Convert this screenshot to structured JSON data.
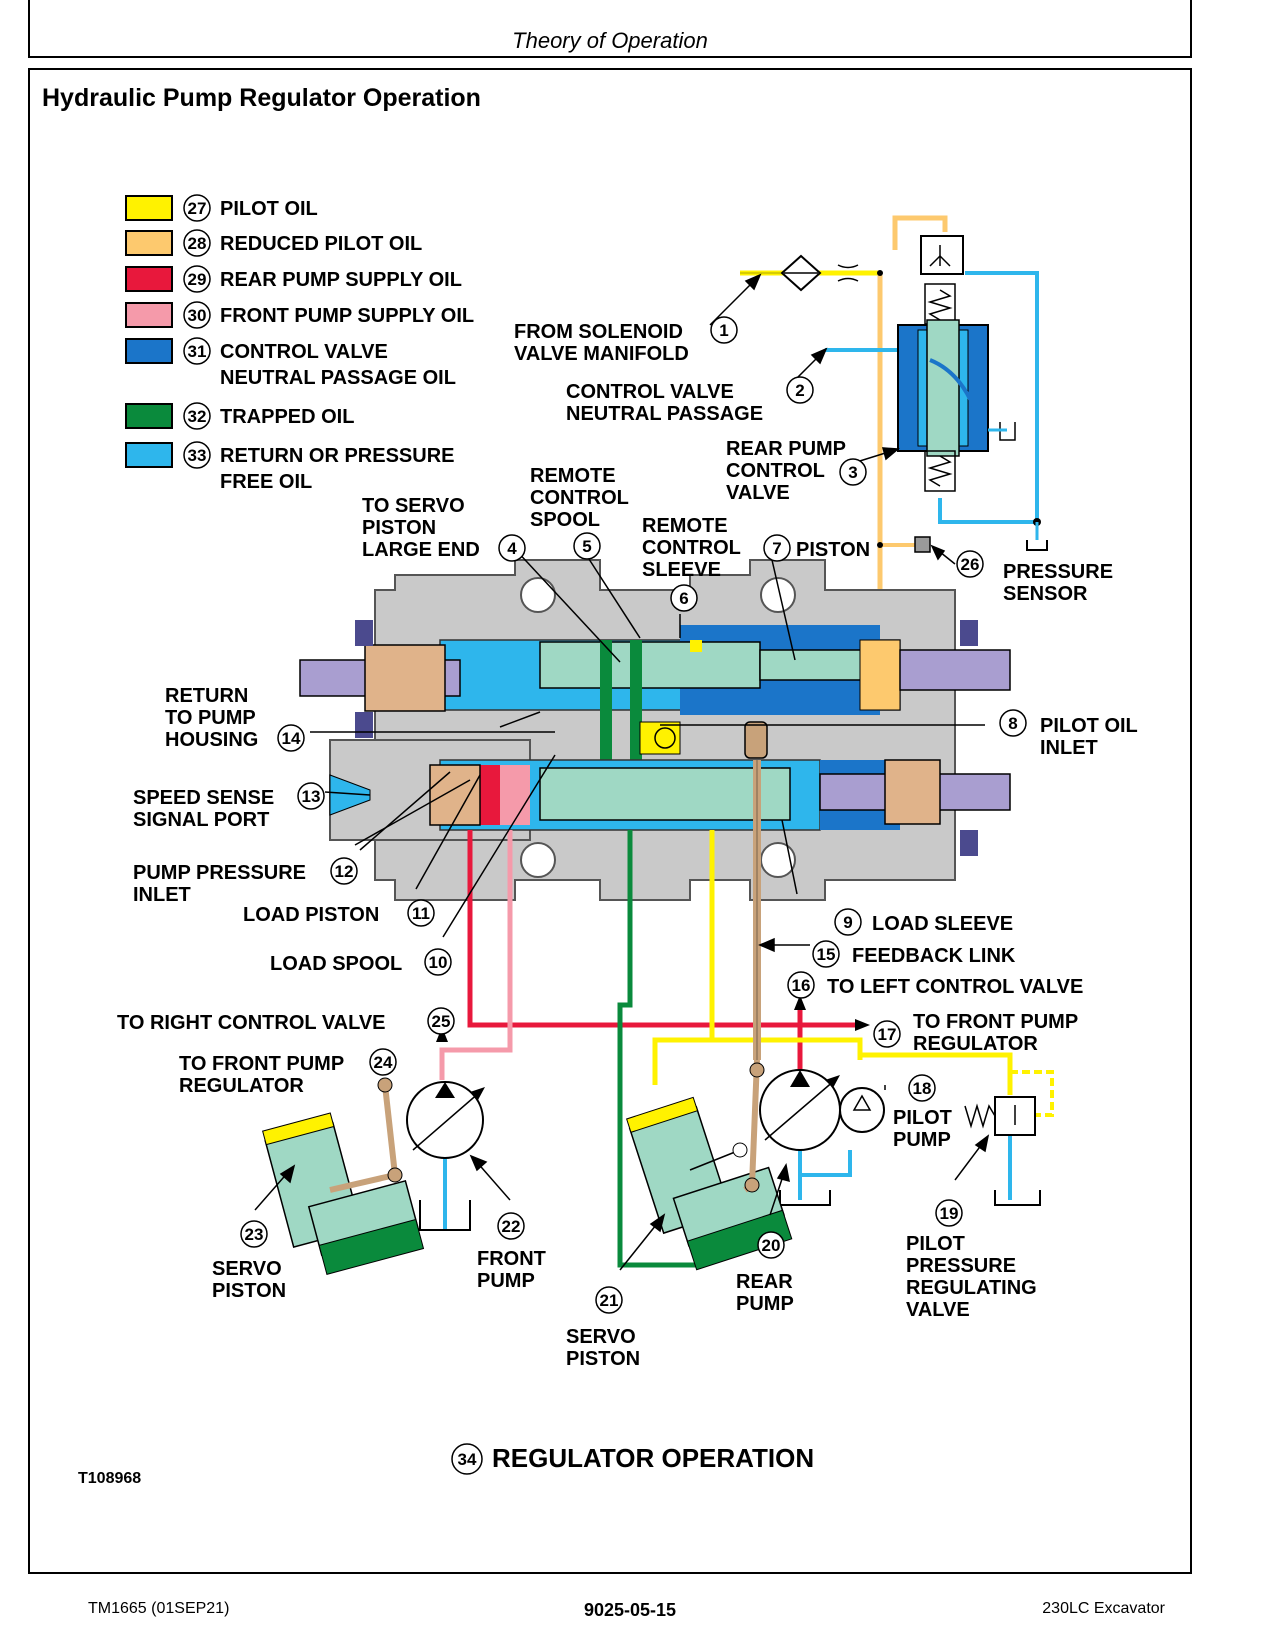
{
  "header": {
    "section": "Theory of Operation"
  },
  "title": "Hydraulic Pump Regulator Operation",
  "legend": [
    {
      "num": "27",
      "label": "PILOT OIL",
      "color": "#FFF200"
    },
    {
      "num": "28",
      "label": "REDUCED PILOT OIL",
      "color": "#FDC96E"
    },
    {
      "num": "29",
      "label": "REAR PUMP SUPPLY OIL",
      "color": "#E8183C"
    },
    {
      "num": "30",
      "label": "FRONT PUMP SUPPLY OIL",
      "color": "#F59AAA"
    },
    {
      "num": "31",
      "label": "CONTROL VALVE",
      "label2": "NEUTRAL PASSAGE OIL",
      "color": "#1B75C9"
    },
    {
      "num": "32",
      "label": "TRAPPED OIL",
      "color": "#0A8A3C"
    },
    {
      "num": "33",
      "label": "RETURN OR PRESSURE",
      "label2": "FREE OIL",
      "color": "#2EB6EC"
    }
  ],
  "callouts": {
    "c1": {
      "num": "1",
      "lines": [
        "FROM SOLENOID",
        "VALVE MANIFOLD"
      ]
    },
    "c2": {
      "num": "2",
      "lines": [
        "CONTROL VALVE",
        "NEUTRAL PASSAGE"
      ]
    },
    "c3": {
      "num": "3",
      "lines": [
        "REAR PUMP",
        "CONTROL",
        "VALVE"
      ]
    },
    "c4": {
      "num": "4",
      "lines": [
        "TO SERVO",
        "PISTON",
        "LARGE END"
      ]
    },
    "c5": {
      "num": "5",
      "lines": [
        "REMOTE",
        "CONTROL",
        "SPOOL"
      ]
    },
    "c6": {
      "num": "6",
      "lines": [
        "REMOTE",
        "CONTROL",
        "SLEEVE"
      ]
    },
    "c7": {
      "num": "7",
      "lines": [
        "PISTON"
      ]
    },
    "c8": {
      "num": "8",
      "lines": [
        "PILOT OIL",
        "INLET"
      ]
    },
    "c9": {
      "num": "9",
      "lines": [
        "LOAD SLEEVE"
      ]
    },
    "c10": {
      "num": "10",
      "lines": [
        "LOAD SPOOL"
      ]
    },
    "c11": {
      "num": "11",
      "lines": [
        "LOAD PISTON"
      ]
    },
    "c12": {
      "num": "12",
      "lines": [
        "PUMP PRESSURE",
        "INLET"
      ]
    },
    "c13": {
      "num": "13",
      "lines": [
        "SPEED SENSE",
        "SIGNAL PORT"
      ]
    },
    "c14": {
      "num": "14",
      "lines": [
        "RETURN",
        "TO PUMP",
        "HOUSING"
      ]
    },
    "c15": {
      "num": "15",
      "lines": [
        "FEEDBACK LINK"
      ]
    },
    "c16": {
      "num": "16",
      "lines": [
        "TO LEFT CONTROL VALVE"
      ]
    },
    "c17": {
      "num": "17",
      "lines": [
        "TO FRONT PUMP",
        "REGULATOR"
      ]
    },
    "c18": {
      "num": "18",
      "lines": [
        "PILOT",
        "PUMP"
      ]
    },
    "c19": {
      "num": "19",
      "lines": [
        "PILOT",
        "PRESSURE",
        "REGULATING",
        "VALVE"
      ]
    },
    "c20": {
      "num": "20",
      "lines": [
        "REAR",
        "PUMP"
      ]
    },
    "c21": {
      "num": "21",
      "lines": [
        "SERVO",
        "PISTON"
      ]
    },
    "c22": {
      "num": "22",
      "lines": [
        "FRONT",
        "PUMP"
      ]
    },
    "c23": {
      "num": "23",
      "lines": [
        "SERVO",
        "PISTON"
      ]
    },
    "c24": {
      "num": "24",
      "lines": [
        "TO FRONT PUMP",
        "REGULATOR"
      ]
    },
    "c25": {
      "num": "25",
      "lines": [
        "TO RIGHT CONTROL VALVE"
      ]
    },
    "c26": {
      "num": "26",
      "lines": [
        "PRESSURE",
        "SENSOR"
      ]
    }
  },
  "caption": {
    "num": "34",
    "text": "REGULATOR OPERATION"
  },
  "figure_id": "T108968",
  "footer": {
    "left": "TM1665 (01SEP21)",
    "center": "9025-05-15",
    "right": "230LC Excavator"
  }
}
